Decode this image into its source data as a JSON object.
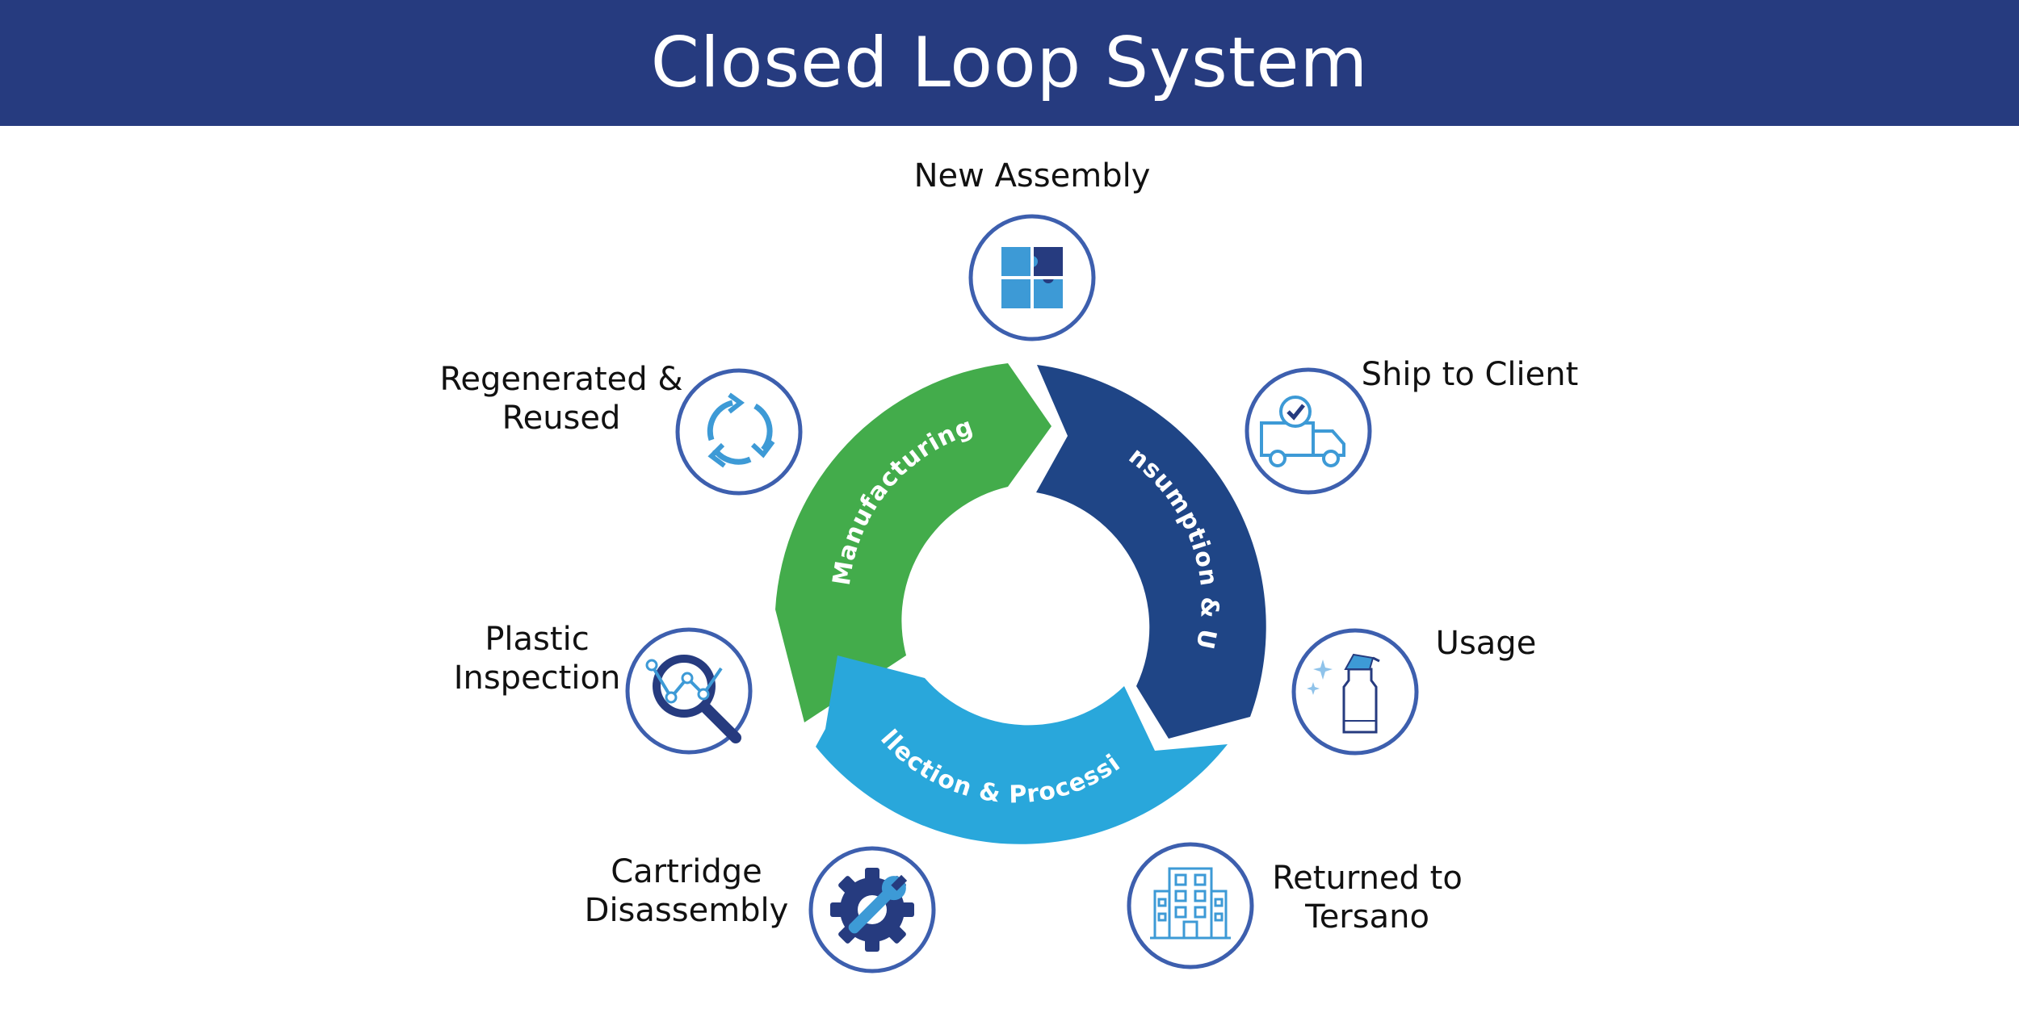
{
  "header": {
    "title": "Closed Loop System"
  },
  "colors": {
    "header_bg": "#263b7f",
    "manufacturing": "#43ac4b",
    "consumption": "#1f4586",
    "collection": "#29a7db",
    "icon_border": "#3d5fae",
    "icon_light": "#3d9ad6",
    "icon_dark": "#263b7f"
  },
  "cycle": {
    "segments": [
      {
        "label": "Manufacturing"
      },
      {
        "label": "Consumption & Use"
      },
      {
        "label": "Collection & Processing"
      }
    ]
  },
  "steps": [
    {
      "id": "new-assembly",
      "lines": [
        "New Assembly"
      ],
      "icon": "puzzle-icon"
    },
    {
      "id": "ship-to-client",
      "lines": [
        "Ship to Client"
      ],
      "icon": "delivery-truck-icon"
    },
    {
      "id": "usage",
      "lines": [
        "Usage"
      ],
      "icon": "spray-bottle-icon"
    },
    {
      "id": "returned-to-tersano",
      "lines": [
        "Returned to",
        "Tersano"
      ],
      "icon": "building-icon"
    },
    {
      "id": "cartridge-disassembly",
      "lines": [
        "Cartridge",
        "Disassembly"
      ],
      "icon": "gear-wrench-icon"
    },
    {
      "id": "plastic-inspection",
      "lines": [
        "Plastic",
        "Inspection"
      ],
      "icon": "magnifier-chart-icon"
    },
    {
      "id": "regenerated-reused",
      "lines": [
        "Regenerated &",
        "Reused"
      ],
      "icon": "recycle-arrows-icon"
    }
  ]
}
